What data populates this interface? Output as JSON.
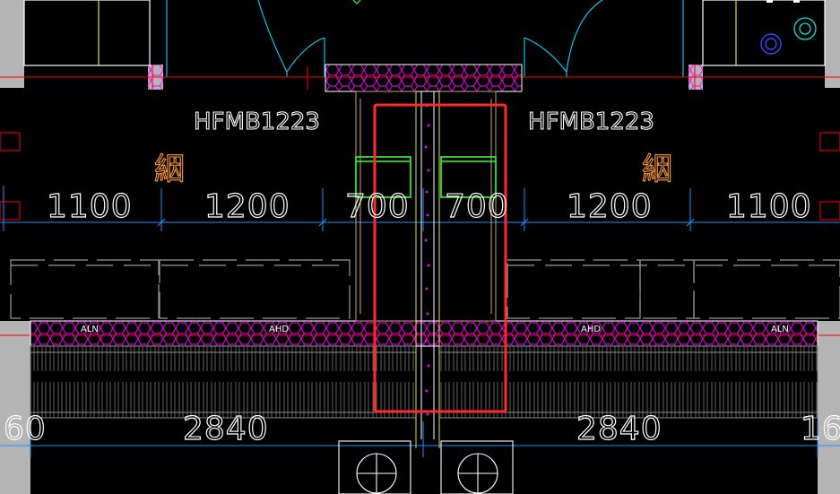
{
  "door_labels": {
    "left": "HFMB1223",
    "right": "HFMB1223"
  },
  "orange_marks": {
    "left": "絪",
    "right": "絪"
  },
  "dimensions_top": [
    "1100",
    "1200",
    "700",
    "700",
    "1200",
    "1100"
  ],
  "dimensions_bottom": {
    "left_partial": "60",
    "left": "2840",
    "right": "2840",
    "right_partial": "16"
  },
  "wall_tags": [
    "ALN",
    "AHD",
    "AHD",
    "ALN"
  ],
  "colors": {
    "background": "#000000",
    "dimension_line": "#1e90ff",
    "hatch": "#ff00ff",
    "wall_gray": "#b4b4b4",
    "selection": "#ff2a2a",
    "window_green": "#33ff33",
    "door_arc": "#00d8ff",
    "mark_orange": "#ff9a3c",
    "grid_red": "#ff0000"
  }
}
